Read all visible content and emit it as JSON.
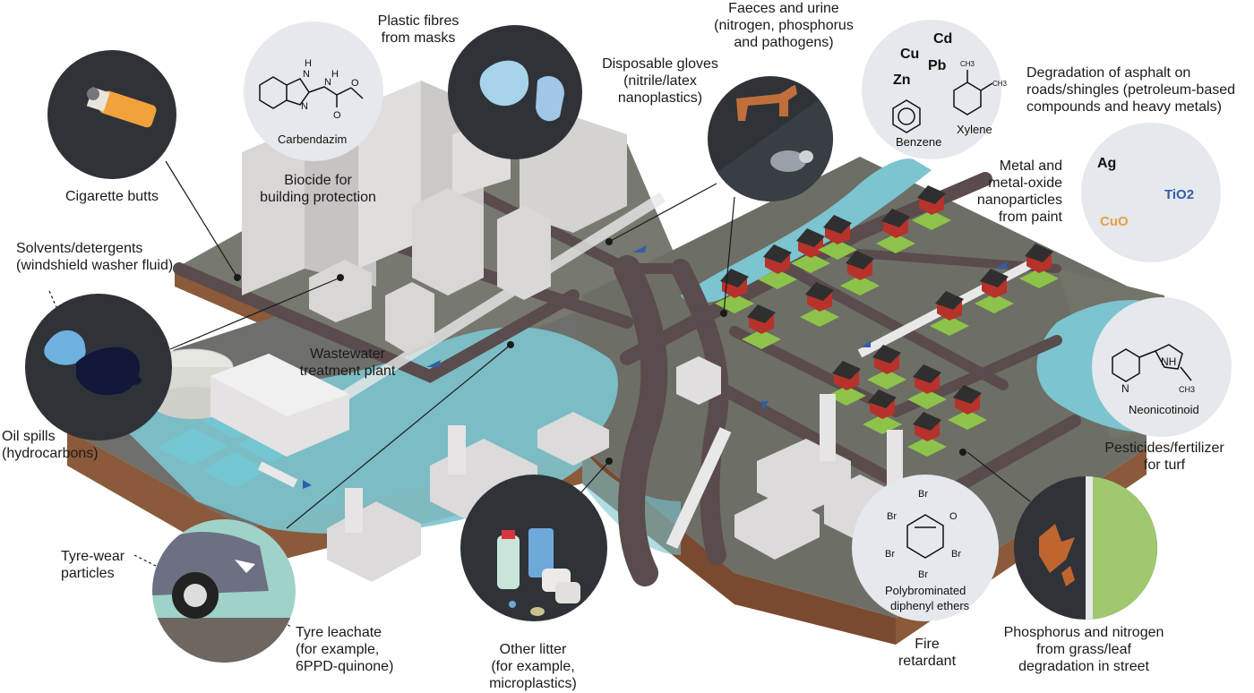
{
  "labels": {
    "cigarette": [
      "Cigarette butts"
    ],
    "solvents": [
      "Solvents/detergents",
      "(windshield washer fluid)"
    ],
    "oil": [
      "Oil spills",
      "(hydrocarbons)"
    ],
    "tyre_wear": [
      "Tyre-wear",
      "particles"
    ],
    "tyre_leachate": [
      "Tyre leachate",
      "(for example,",
      "6PPD-quinone)"
    ],
    "plastic_fibres": [
      "Plastic fibres",
      "from masks"
    ],
    "biocide": [
      "Biocide for",
      "building protection"
    ],
    "gloves": [
      "Disposable gloves",
      "(nitrile/latex",
      "nanoplastics)"
    ],
    "faeces": [
      "Faeces and urine",
      "(nitrogen, phosphorus",
      "and pathogens)"
    ],
    "asphalt": [
      "Degradation of asphalt on",
      "roads/shingles (petroleum-based",
      "compounds and heavy metals)"
    ],
    "nanoparticles": [
      "Metal and",
      "metal-oxide",
      "nanoparticles",
      "from paint"
    ],
    "pesticides": [
      "Pesticides/fertilizer",
      "for turf"
    ],
    "wastewater": [
      "Wastewater",
      "treatment plant"
    ],
    "litter": [
      "Other litter",
      "(for example,",
      "microplastics)"
    ],
    "fire": [
      "Fire",
      "retardant"
    ],
    "phosphorus": [
      "Phosphorus and nitrogen",
      "from grass/leaf",
      "degradation in street"
    ]
  },
  "chemicals": {
    "carbendazim": "Carbendazim",
    "benzene": "Benzene",
    "xylene": "Xylene",
    "neonicotinoid": "Neonicotinoid",
    "pbde": [
      "Polybrominated",
      "diphenyl ethers"
    ],
    "metals": [
      "Cu",
      "Cd",
      "Pb",
      "Zn"
    ],
    "nano": [
      "Ag",
      "TiO2",
      "CuO"
    ],
    "carbendazim_atoms": [
      "H",
      "N",
      "N",
      "N",
      "H",
      "O",
      "O"
    ],
    "neo_atoms": [
      "N",
      "NH",
      "CH3"
    ],
    "xylene_atoms": [
      "CH3",
      "CH3"
    ],
    "pbde_atoms": [
      "Br",
      "Br",
      "Br",
      "Br",
      "Br",
      "O"
    ]
  },
  "colors": {
    "city_ground": "#6e6e6a",
    "road": "#5a4b4c",
    "river": "#7cc4cf",
    "soil": "#8a5a3a",
    "grass": "#8dc34a",
    "house": "#b7322a",
    "circle_dark": "#2f3338",
    "circle_light": "#e5e8ec"
  }
}
